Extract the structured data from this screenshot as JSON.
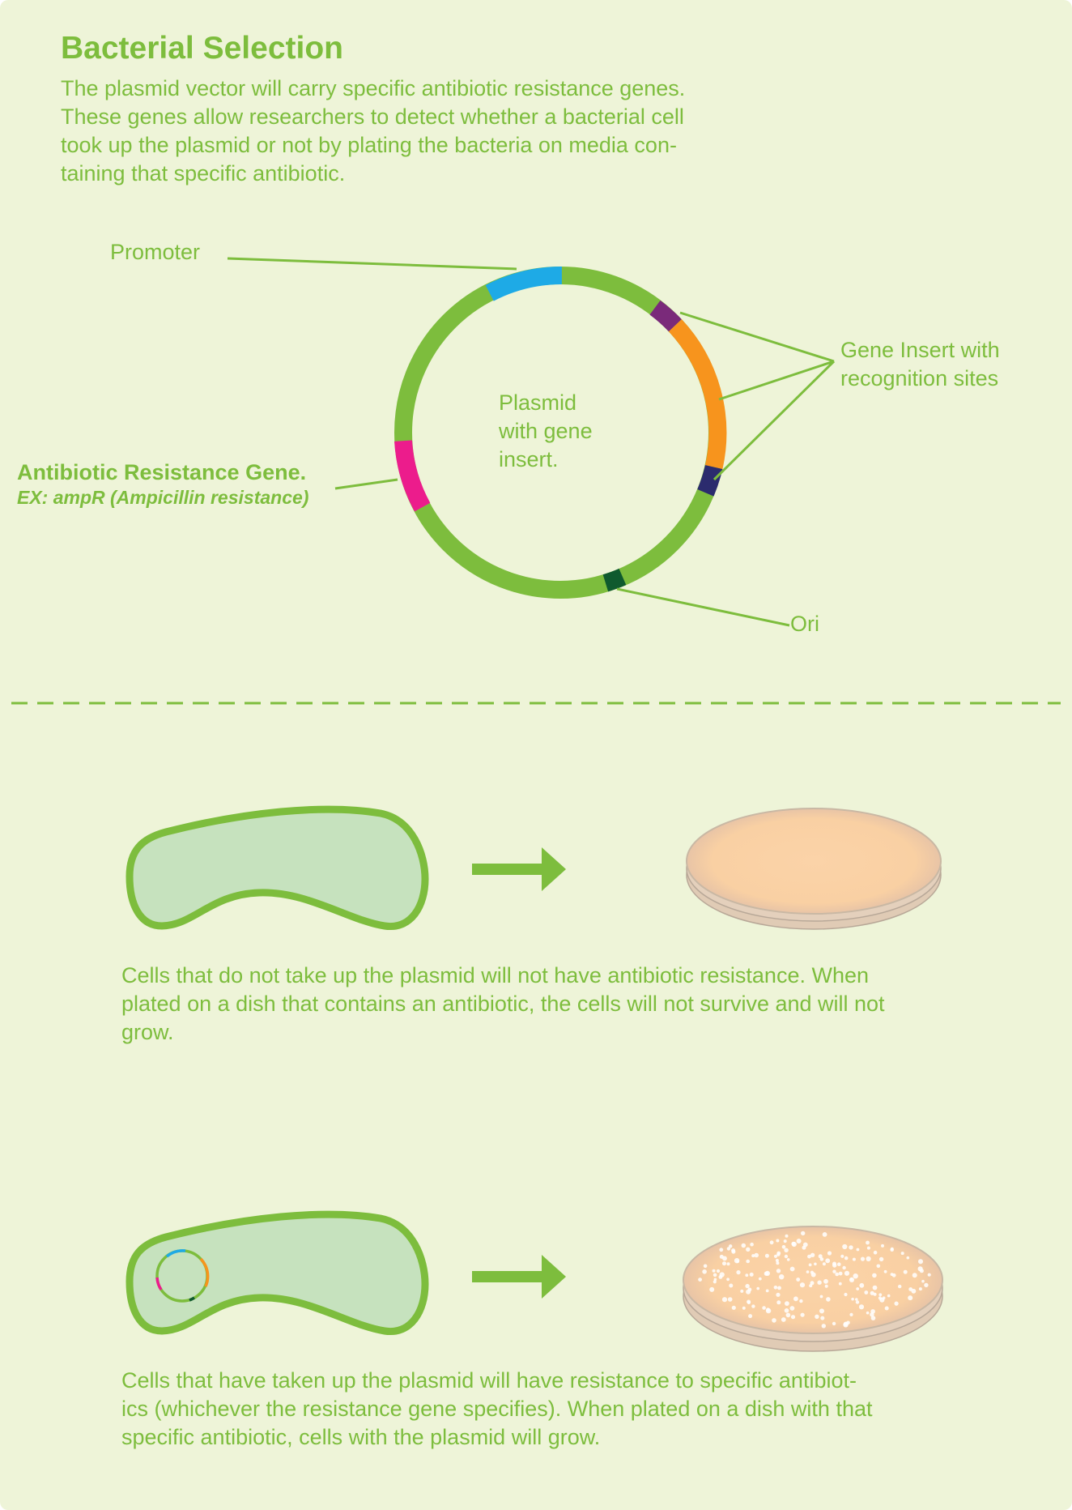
{
  "title": "Bacterial Selection",
  "intro_lines": [
    "The plasmid vector will carry specific antibiotic resistance genes.",
    "These genes allow researchers to detect whether a bacterial cell",
    "took up the plasmid or not by plating the bacteria on media con-",
    "taining that specific antibiotic."
  ],
  "diagram": {
    "promoter_label": "Promoter",
    "center_lines": [
      "Plasmid",
      "with gene",
      "insert."
    ],
    "gene_insert_lines": [
      "Gene Insert with",
      "recognition sites"
    ],
    "resistance_title": "Antibiotic Resistance Gene.",
    "resistance_example": "EX: ampR (Ampicillin resistance)",
    "ori_label": "Ori"
  },
  "colors": {
    "green": "#7dbd3d",
    "promoter": "#1eaae6",
    "insert": "#f7941d",
    "recognition_site_1": "#7a2a7a",
    "recognition_site_2": "#2b2b6e",
    "resistance_gene": "#ec1c8c",
    "ori": "#0f5a2e",
    "cell_fill": "#c6e2be",
    "agar": "#f9d2a6"
  },
  "scenarios": [
    {
      "caption_lines": [
        "Cells that do not take up the plasmid will not have antibiotic resistance. When",
        "plated on a dish that contains an antibiotic, the cells will not survive and will not",
        "grow."
      ]
    },
    {
      "caption_lines": [
        "Cells that have taken up the plasmid will have resistance to specific antibiot-",
        "ics (whichever the resistance gene specifies). When plated on a dish with that",
        "specific antibiotic, cells with the plasmid will grow."
      ]
    }
  ]
}
